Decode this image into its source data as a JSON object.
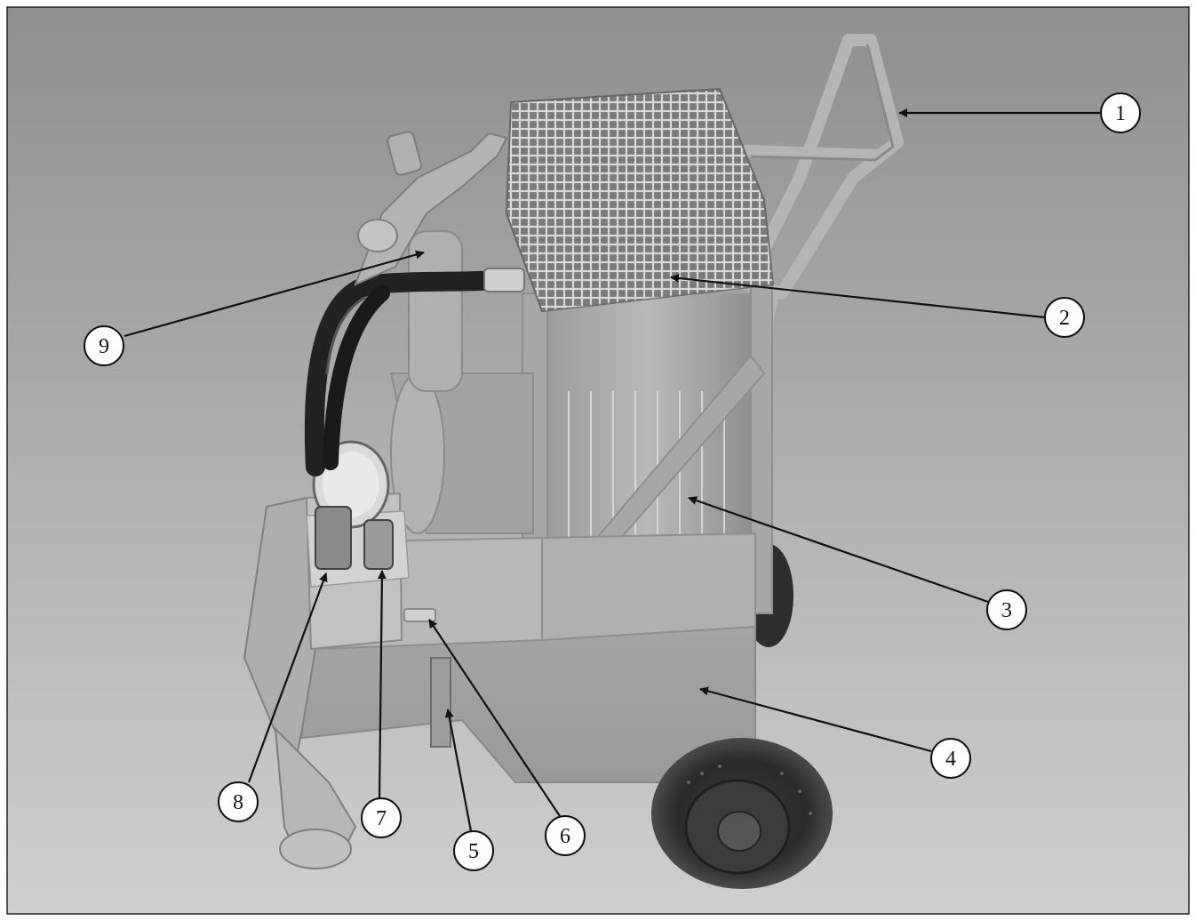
{
  "figure": {
    "subject": "Portable electric hydraulic pump unit on a two-wheel trolley",
    "background_top": "#8f8f8f",
    "background_bottom": "#cfcfcf",
    "callouts": [
      {
        "number": "1",
        "part": "handle"
      },
      {
        "number": "2",
        "part": "motor-guard-mesh"
      },
      {
        "number": "3",
        "part": "electric-motor"
      },
      {
        "number": "4",
        "part": "oil-tank"
      },
      {
        "number": "5",
        "part": "oil-level-sight"
      },
      {
        "number": "6",
        "part": "filler-cap"
      },
      {
        "number": "7",
        "part": "outlet-coupler"
      },
      {
        "number": "8",
        "part": "return-coupler"
      },
      {
        "number": "9",
        "part": "hose-and-control-valve"
      }
    ]
  }
}
